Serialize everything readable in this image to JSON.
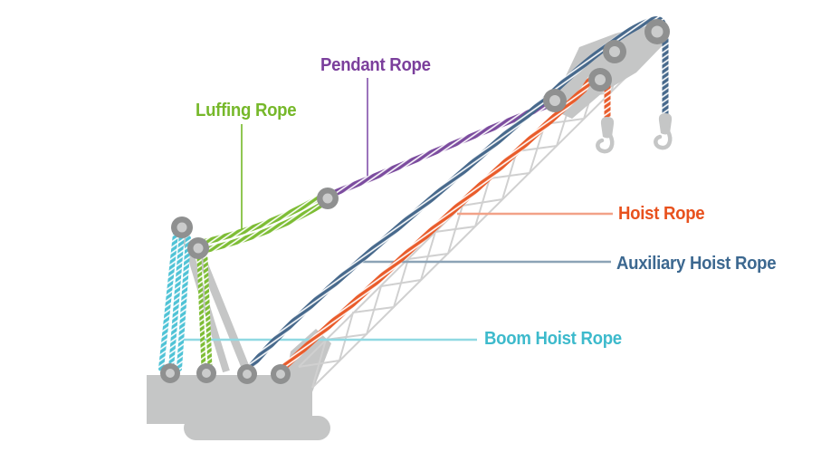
{
  "diagram": {
    "labels": {
      "pendant": {
        "text": "Pendant Rope"
      },
      "luffing": {
        "text": "Luffing Rope"
      },
      "hoist": {
        "text": "Hoist Rope"
      },
      "auxiliary": {
        "text": "Auxiliary Hoist Rope"
      },
      "boom_hoist": {
        "text": "Boom Hoist Rope"
      }
    },
    "colors": {
      "pendant": "#7B3F9C",
      "luffing": "#76B82A",
      "hoist": "#E8511D",
      "auxiliary": "#3C6890",
      "boom_hoist": "#3DBACC",
      "rope_purple": "#7C4C9F",
      "rope_green": "#7DBD34",
      "rope_orange": "#E95C2B",
      "rope_blue": "#47698C",
      "rope_teal": "#4FC3D6",
      "leader_purple": "#9B74BC",
      "leader_green": "#90C752",
      "leader_orange": "#F2A288",
      "leader_blue": "#8CA3B6",
      "leader_teal": "#90D9E2",
      "gray_body": "#C5C6C6",
      "gray_lattice": "#D0D0D0",
      "gray_pulley_ring": "#8F9090",
      "gray_pulley_core": "#CBCCCC"
    }
  }
}
